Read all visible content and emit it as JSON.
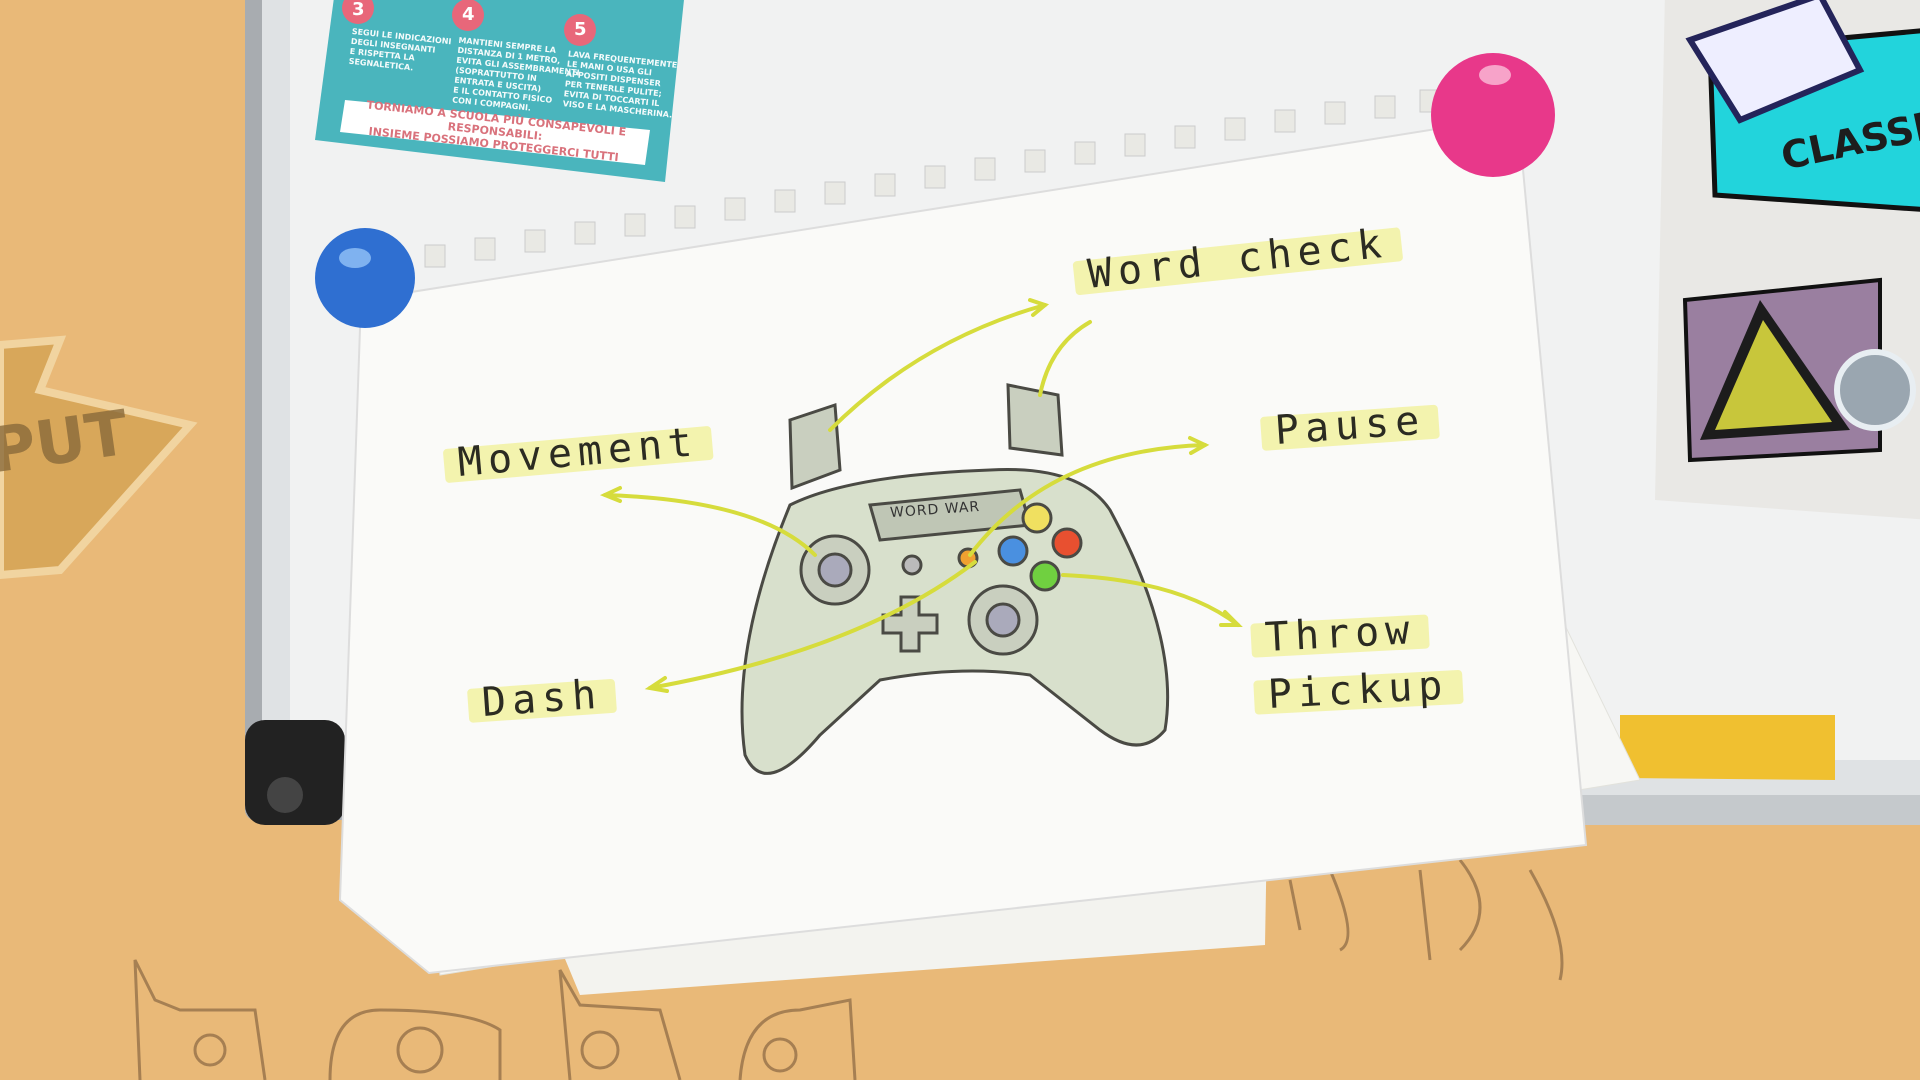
{
  "scene": {
    "background_color": "#e9b978",
    "arrow_sign_text": "PUT",
    "controller_brand": "WORD WAR",
    "poster": {
      "steps": [
        {
          "number": "3",
          "text": "SEGUI LE INDICAZIONI\nDEGLI INSEGNANTI\nE RISPETTA LA\nSEGNALETICA."
        },
        {
          "number": "4",
          "text": "MANTIENI SEMPRE LA\nDISTANZA DI 1 METRO,\nEVITA GLI ASSEMBRAMENTI\n(SOPRATTUTTO IN\nENTRATA E USCITA)\nE IL CONTATTO FISICO\nCON I COMPAGNI."
        },
        {
          "number": "5",
          "text": "LAVA FREQUENTEMENTE\nLE MANI O USA GLI\nAPPOSITI DISPENSER\nPER TENERLE PULITE;\nEVITA DI TOCCARTI IL\nVISO E LA MASCHERINA."
        }
      ],
      "footer_line1": "TORNIAMO A SCUOLA PIÙ CONSAPEVOLI E RESPONSABILI:",
      "footer_line2": "INSIEME POSSIAMO PROTEGGERCI TUTTI"
    },
    "classroom_sign": "CLASSR",
    "magnet_colors": {
      "blue": "#2f6fd1",
      "pink": "#e8388a"
    }
  },
  "controls": {
    "word_check": "Word check",
    "movement": "Movement",
    "pause": "Pause",
    "throw": "Throw",
    "pickup": "Pickup",
    "dash": "Dash"
  },
  "colors": {
    "highlight": "#f0f096",
    "arrow": "#d6dc3c",
    "controller": "#d8e0cc"
  }
}
